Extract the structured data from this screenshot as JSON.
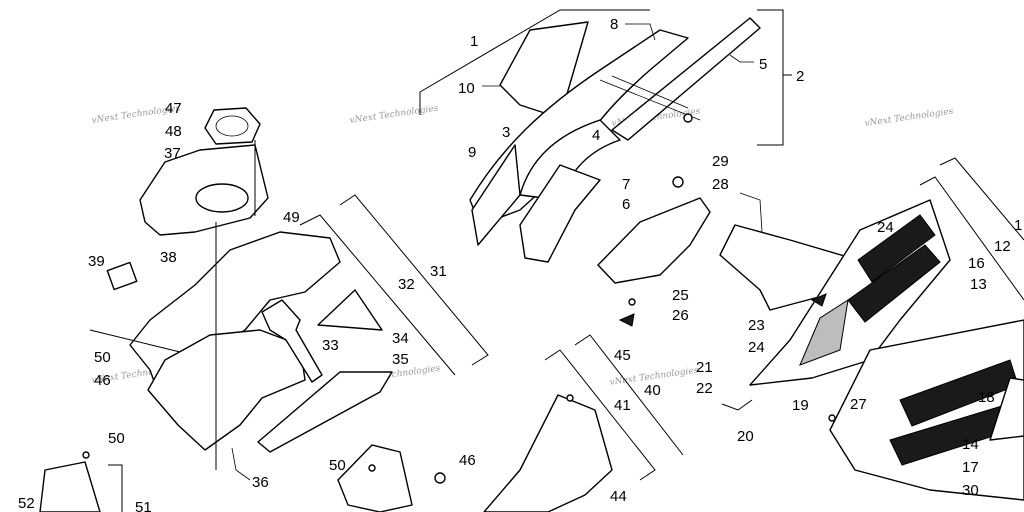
{
  "watermark": "vNext Technologies",
  "callouts": {
    "c1": "1",
    "c1b": "1",
    "c2": "2",
    "c3": "3",
    "c4": "4",
    "c5": "5",
    "c6": "6",
    "c7": "7",
    "c8": "8",
    "c9": "9",
    "c10": "10",
    "c12": "12",
    "c13": "13",
    "c14": "14",
    "c16": "16",
    "c17": "17",
    "c18": "18",
    "c19": "19",
    "c20": "20",
    "c21": "21",
    "c22": "22",
    "c23": "23",
    "c24a": "24",
    "c24b": "24",
    "c25": "25",
    "c26": "26",
    "c27": "27",
    "c28": "28",
    "c29": "29",
    "c30": "30",
    "c31": "31",
    "c32": "32",
    "c33": "33",
    "c34": "34",
    "c35": "35",
    "c36": "36",
    "c37": "37",
    "c38": "38",
    "c39": "39",
    "c40": "40",
    "c41": "41",
    "c44": "44",
    "c45": "45",
    "c46a": "46",
    "c46b": "46",
    "c47": "47",
    "c48": "48",
    "c49": "49",
    "c50a": "50",
    "c50b": "50",
    "c50c": "50",
    "c51": "51",
    "c52": "52"
  }
}
